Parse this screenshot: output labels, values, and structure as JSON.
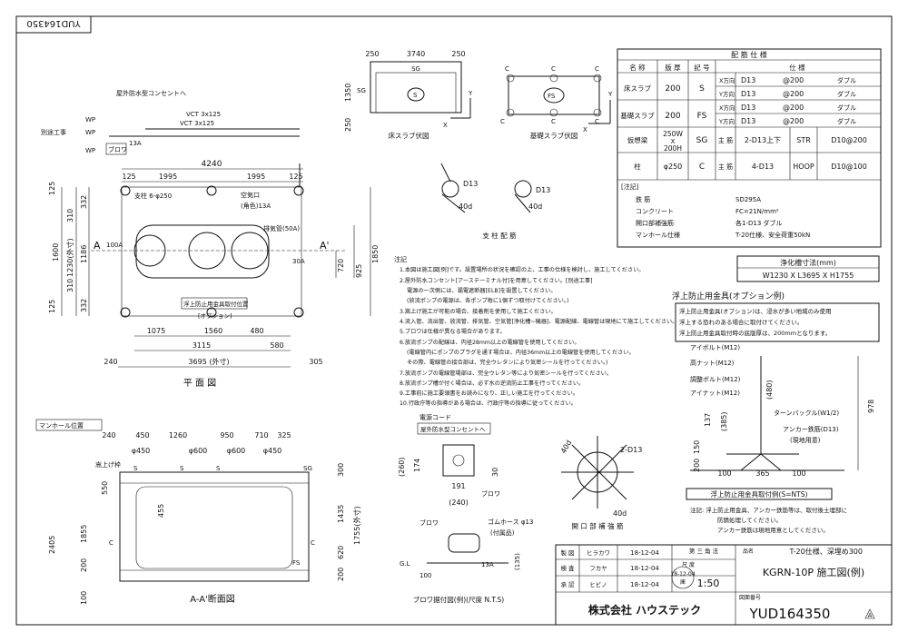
{
  "drawing_no_top": "YUD164350",
  "plan_view": {
    "title": "平 面 図",
    "lbl_outlet": "屋外防水型コンセントへ",
    "lbl_vct1": "VCT 3x125",
    "lbl_vct2": "VCT 3x125",
    "lbl_separate": "別途工事",
    "lbl_wp1": "WP",
    "lbl_wp2": "WP",
    "lbl_wp3": "WP",
    "lbl_blower": "ブロワ",
    "lbl_13a": "13A",
    "lbl_air": "空気口",
    "lbl_air2": "(角色)13A",
    "lbl_exhaust": "排気管(50A)",
    "lbl_100a": "100A",
    "lbl_30a": "30A",
    "lbl_pillar": "支柱 6-φ250",
    "lbl_float": "浮上防止用金具取付位置",
    "lbl_option": "[オプション]",
    "lbl_a": "A",
    "lbl_a2": "A'",
    "d_4240": "4240",
    "d_125a": "125",
    "d_1995a": "1995",
    "d_1995b": "1995",
    "d_125b": "125",
    "d_1075": "1075",
    "d_1560": "1560",
    "d_480": "480",
    "d_3115": "3115",
    "d_580": "580",
    "d_240": "240",
    "d_3695": "3695 (外寸)",
    "d_305": "305",
    "d_332a": "332",
    "d_310a": "310",
    "d_1600": "1600",
    "d_1230": "1230(外寸)",
    "d_1186": "1186",
    "d_310b": "310",
    "d_332b": "332",
    "d_125c": "125",
    "d_125d": "125",
    "d_720": "720",
    "d_925": "925",
    "d_1850": "1850"
  },
  "floor_slab": {
    "title": "床スラブ伏図",
    "d_250a": "250",
    "d_3740": "3740",
    "d_250b": "250",
    "lbl_sg1": "SG",
    "lbl_sg2": "SG",
    "lbl_s": "S",
    "d_1350": "1350",
    "d_250c": "250",
    "lbl_y": "Y",
    "lbl_x": "X"
  },
  "found_slab": {
    "title": "基礎スラブ伏図",
    "lbl_fs": "FS",
    "lbl_c": "C",
    "lbl_y": "Y",
    "lbl_x": "X"
  },
  "rebar_table": {
    "title": "配 筋 仕 様",
    "headers": [
      "名 称",
      "版 厚",
      "記 号",
      "仕 様"
    ],
    "rows": [
      {
        "name": "床スラブ",
        "thick": "200",
        "code": "S",
        "dir1": "X方向",
        "spec1": "D13",
        "pitch1": "@200",
        "type1": "ダブル",
        "dir2": "Y方向",
        "spec2": "D13",
        "pitch2": "@200",
        "type2": "ダブル"
      },
      {
        "name": "基礎スラブ",
        "thick": "200",
        "code": "FS",
        "dir1": "X方向",
        "spec1": "D13",
        "pitch1": "@200",
        "type1": "ダブル",
        "dir2": "Y方向",
        "spec2": "D13",
        "pitch2": "@200",
        "type2": "ダブル"
      }
    ],
    "beam": {
      "name": "仮想梁",
      "thick1": "250W",
      "thick2": "X",
      "thick3": "200H",
      "code": "SG",
      "c1": "主 筋",
      "c2": "2-D13上下",
      "c3": "STR",
      "c4": "D10@200"
    },
    "col": {
      "name": "柱",
      "thick": "φ250",
      "code": "C",
      "c1": "主 筋",
      "c2": "4-D13",
      "c3": "HOOP",
      "c4": "D10@100"
    },
    "notes_title": "[注記]",
    "notes": [
      {
        "k": "鉄 筋",
        "v": "SD295A"
      },
      {
        "k": "コンクリート",
        "v": "FC=21N/mm²"
      },
      {
        "k": "開口部補強筋",
        "v": "各1-D13 ダブル"
      },
      {
        "k": "マンホール仕様",
        "v": "T-20仕様、安全荷重50kN"
      }
    ]
  },
  "capacity": {
    "title": "浄化槽寸法(mm)",
    "value": "W1230 X L3695 X H1755"
  },
  "column_rebar": {
    "title": "支 柱 配 筋",
    "d13a": "D13",
    "d13b": "D13",
    "d40a": "40d",
    "d40b": "40d"
  },
  "notes": {
    "title": "注記",
    "items": [
      "1.本図は施工図[例]です。設置場所の状況を確認の上、工事の仕様を検討し、施工してください。",
      "2.屋外防水コンセント[アーステーミナル付]を用意してください。[別途工事]",
      "電源の一次側には、漏電遮断器[ELB]を設置してください。",
      "(放流ポンプの電源は、各ポンプ毎に1個ずつ取付けてください。)",
      "3.嵩上げ施工が可能の場合、接着剤を使用して施工ください。",
      "4.流入管、流出管、放流管、排気管、空気管[浄化槽~機器]、電源配線、電線管は現地にて施工してください。",
      "5.ブロワは仕様が異なる場合があります。",
      "6.放流ポンプの配線は、内径28mm以上の電線管を使用してください。",
      "(電線管内にポンプのプラグを通す場合は、内径36mm以上の電線管を使用してください。",
      "その際、電線管の接合部は、完全ウレタンにより気密シールを行ってください。)",
      "7.放流ポンプの電線管場部は、完全ウレタン等により気密シールを行ってください。",
      "8.放流ポンプ槽が付く場合は、必ず水の逆流防止工事を行ってください。",
      "9.工事前に施工要領書をお読みになり、正しい施工を行ってください。",
      "10.行政庁等の指導がある場合は、行政庁等の指導に従ってください。"
    ]
  },
  "float_fitting": {
    "title": "浮上防止用金具(オプション例)",
    "note1": "浮上防止用金具(オプション)は、浸水が多い地域のみ使用",
    "note2": "浮上する恐れのある場合に取付けてください。",
    "note3": "浮上防止用金具取付時の底版厚は、200mmとなります。",
    "lbl_eyebolt": "アイボルト(M12)",
    "lbl_nut": "高ナット(M12)",
    "lbl_bolt": "調整ボルト(M12)",
    "lbl_inut": "アイナット(M12)",
    "lbl_turn": "ターンバックル(W1/2)",
    "lbl_anchor": "アンカー鉄筋(D13)",
    "lbl_anchor2": "(現地用意)",
    "d_480": "(480)",
    "d_978": "978",
    "d_137": "137",
    "d_385": "(385)",
    "d_150": "150",
    "d_200": "200",
    "d_100a": "100",
    "d_365": "365",
    "d_100b": "100",
    "section_title": "浮上防止用金具取付例(S=NTS)",
    "f_note1": "注記: 浮上防止用金具、アンカー鉄筋等は、取付後土埋部に",
    "f_note2": "防錆処理してください。",
    "f_note3": "アンカー鉄筋は現地用意としてください。"
  },
  "section": {
    "title": "A-A'断面図",
    "lbl_manhole": "マンホール位置",
    "d_240": "240",
    "d_450a": "450",
    "d_1260": "1260",
    "d_950": "950",
    "d_710": "710",
    "d_325": "325",
    "d_p450a": "φ450",
    "d_p600a": "φ600",
    "d_p600b": "φ600",
    "d_p450b": "φ450",
    "lbl_s1": "S",
    "lbl_s2": "S",
    "lbl_s3": "S",
    "lbl_sg": "SG",
    "lbl_c1": "C",
    "lbl_c2": "C",
    "lbl_fs": "FS",
    "lbl_raise": "嵩上げ枠",
    "d_550": "550",
    "d_455": "455",
    "d_2405": "2405",
    "d_1855": "1855",
    "d_200a": "200",
    "d_200b": "200",
    "d_100": "100",
    "d_300": "300",
    "d_1435": "1435",
    "d_1755": "1755(外寸)",
    "d_620": "620"
  },
  "blower_detail": {
    "lbl_power": "電源コード",
    "lbl_outlet": "屋外防水型コンセントへ",
    "d_260": "(260)",
    "d_174": "174",
    "d_30": "30",
    "d_191": "191",
    "d_240": "(240)",
    "lbl_blower": "ブロワ",
    "lbl_blower2": "ブロワ",
    "lbl_hose": "ゴムホース φ13",
    "lbl_hose2": "(付属品)",
    "lbl_gl": "G.L",
    "d_100": "100",
    "d_13a": "13A",
    "d_135": "(135)",
    "title": "ブロワ据付図(例)(尺度 N.T.S)"
  },
  "opening": {
    "title": "開 口 部 補 強 筋",
    "d_40a": "40d",
    "d_2d13": "2-D13",
    "d_40b": "40d"
  },
  "title_block": {
    "r1_label": "製 図",
    "r1_name": "ヒラカワ",
    "r1_date": "18-12-04",
    "r2_label": "検 査",
    "r2_name": "フカヤ",
    "r2_date": "18-12-04",
    "r3_label": "承 認",
    "r3_name": "ヒビノ",
    "r3_date": "18-12-04",
    "angle_label": "第 三 角 法",
    "scale_label": "尺 度",
    "scale": "1:50",
    "stamp": "18-12-04",
    "stamp2": "庫",
    "name_label": "品名",
    "spec": "T-20仕様、深埋め300",
    "product": "KGRN-10P 施工図(例)",
    "company": "株式会社 ハウステック",
    "dwg_label": "図面番号",
    "dwg_no": "YUD164350",
    "rev": "A"
  }
}
